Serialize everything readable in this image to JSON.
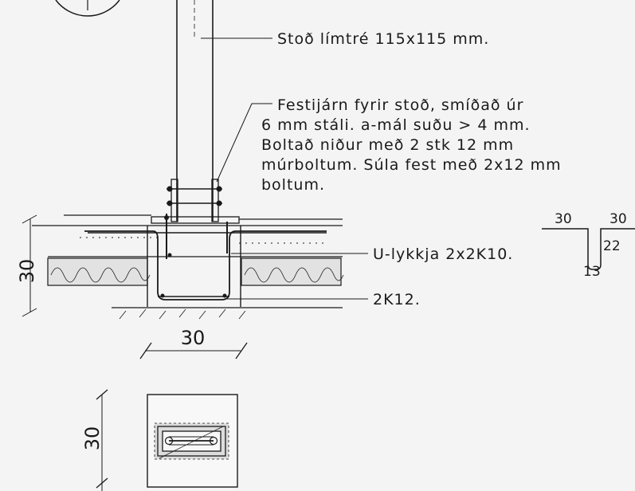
{
  "notes": {
    "post": "Stoð límtré 115x115 mm.",
    "bracket_lines": [
      "Festijárn fyrir stoð, smíðað úr",
      "6 mm stáli. a-mál suðu > 4 mm.",
      "Boltað niður með 2 stk 12 mm",
      "múrboltum. Súla fest með 2x12 mm",
      "boltum."
    ],
    "u_loop": "U-lykkja 2x2K10.",
    "bars": "2K12."
  },
  "dimensions": {
    "footing_depth": "30",
    "footing_width": "30",
    "plan_size": "30",
    "ubar_leg_left": "30",
    "ubar_leg_right": "30",
    "ubar_height": "22",
    "ubar_width": "13"
  }
}
